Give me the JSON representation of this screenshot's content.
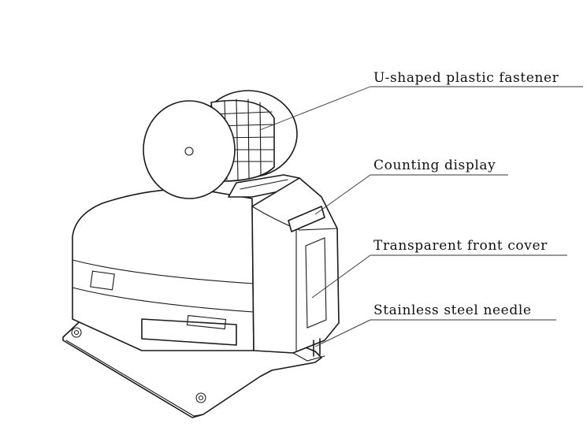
{
  "labels": {
    "fastener": "U-shaped plastic fastener",
    "display": "Counting display",
    "cover": "Transparent front cover",
    "needle": "Stainless steel needle"
  },
  "colors": {
    "ink": "#1a1a1a",
    "background": "#ffffff"
  }
}
